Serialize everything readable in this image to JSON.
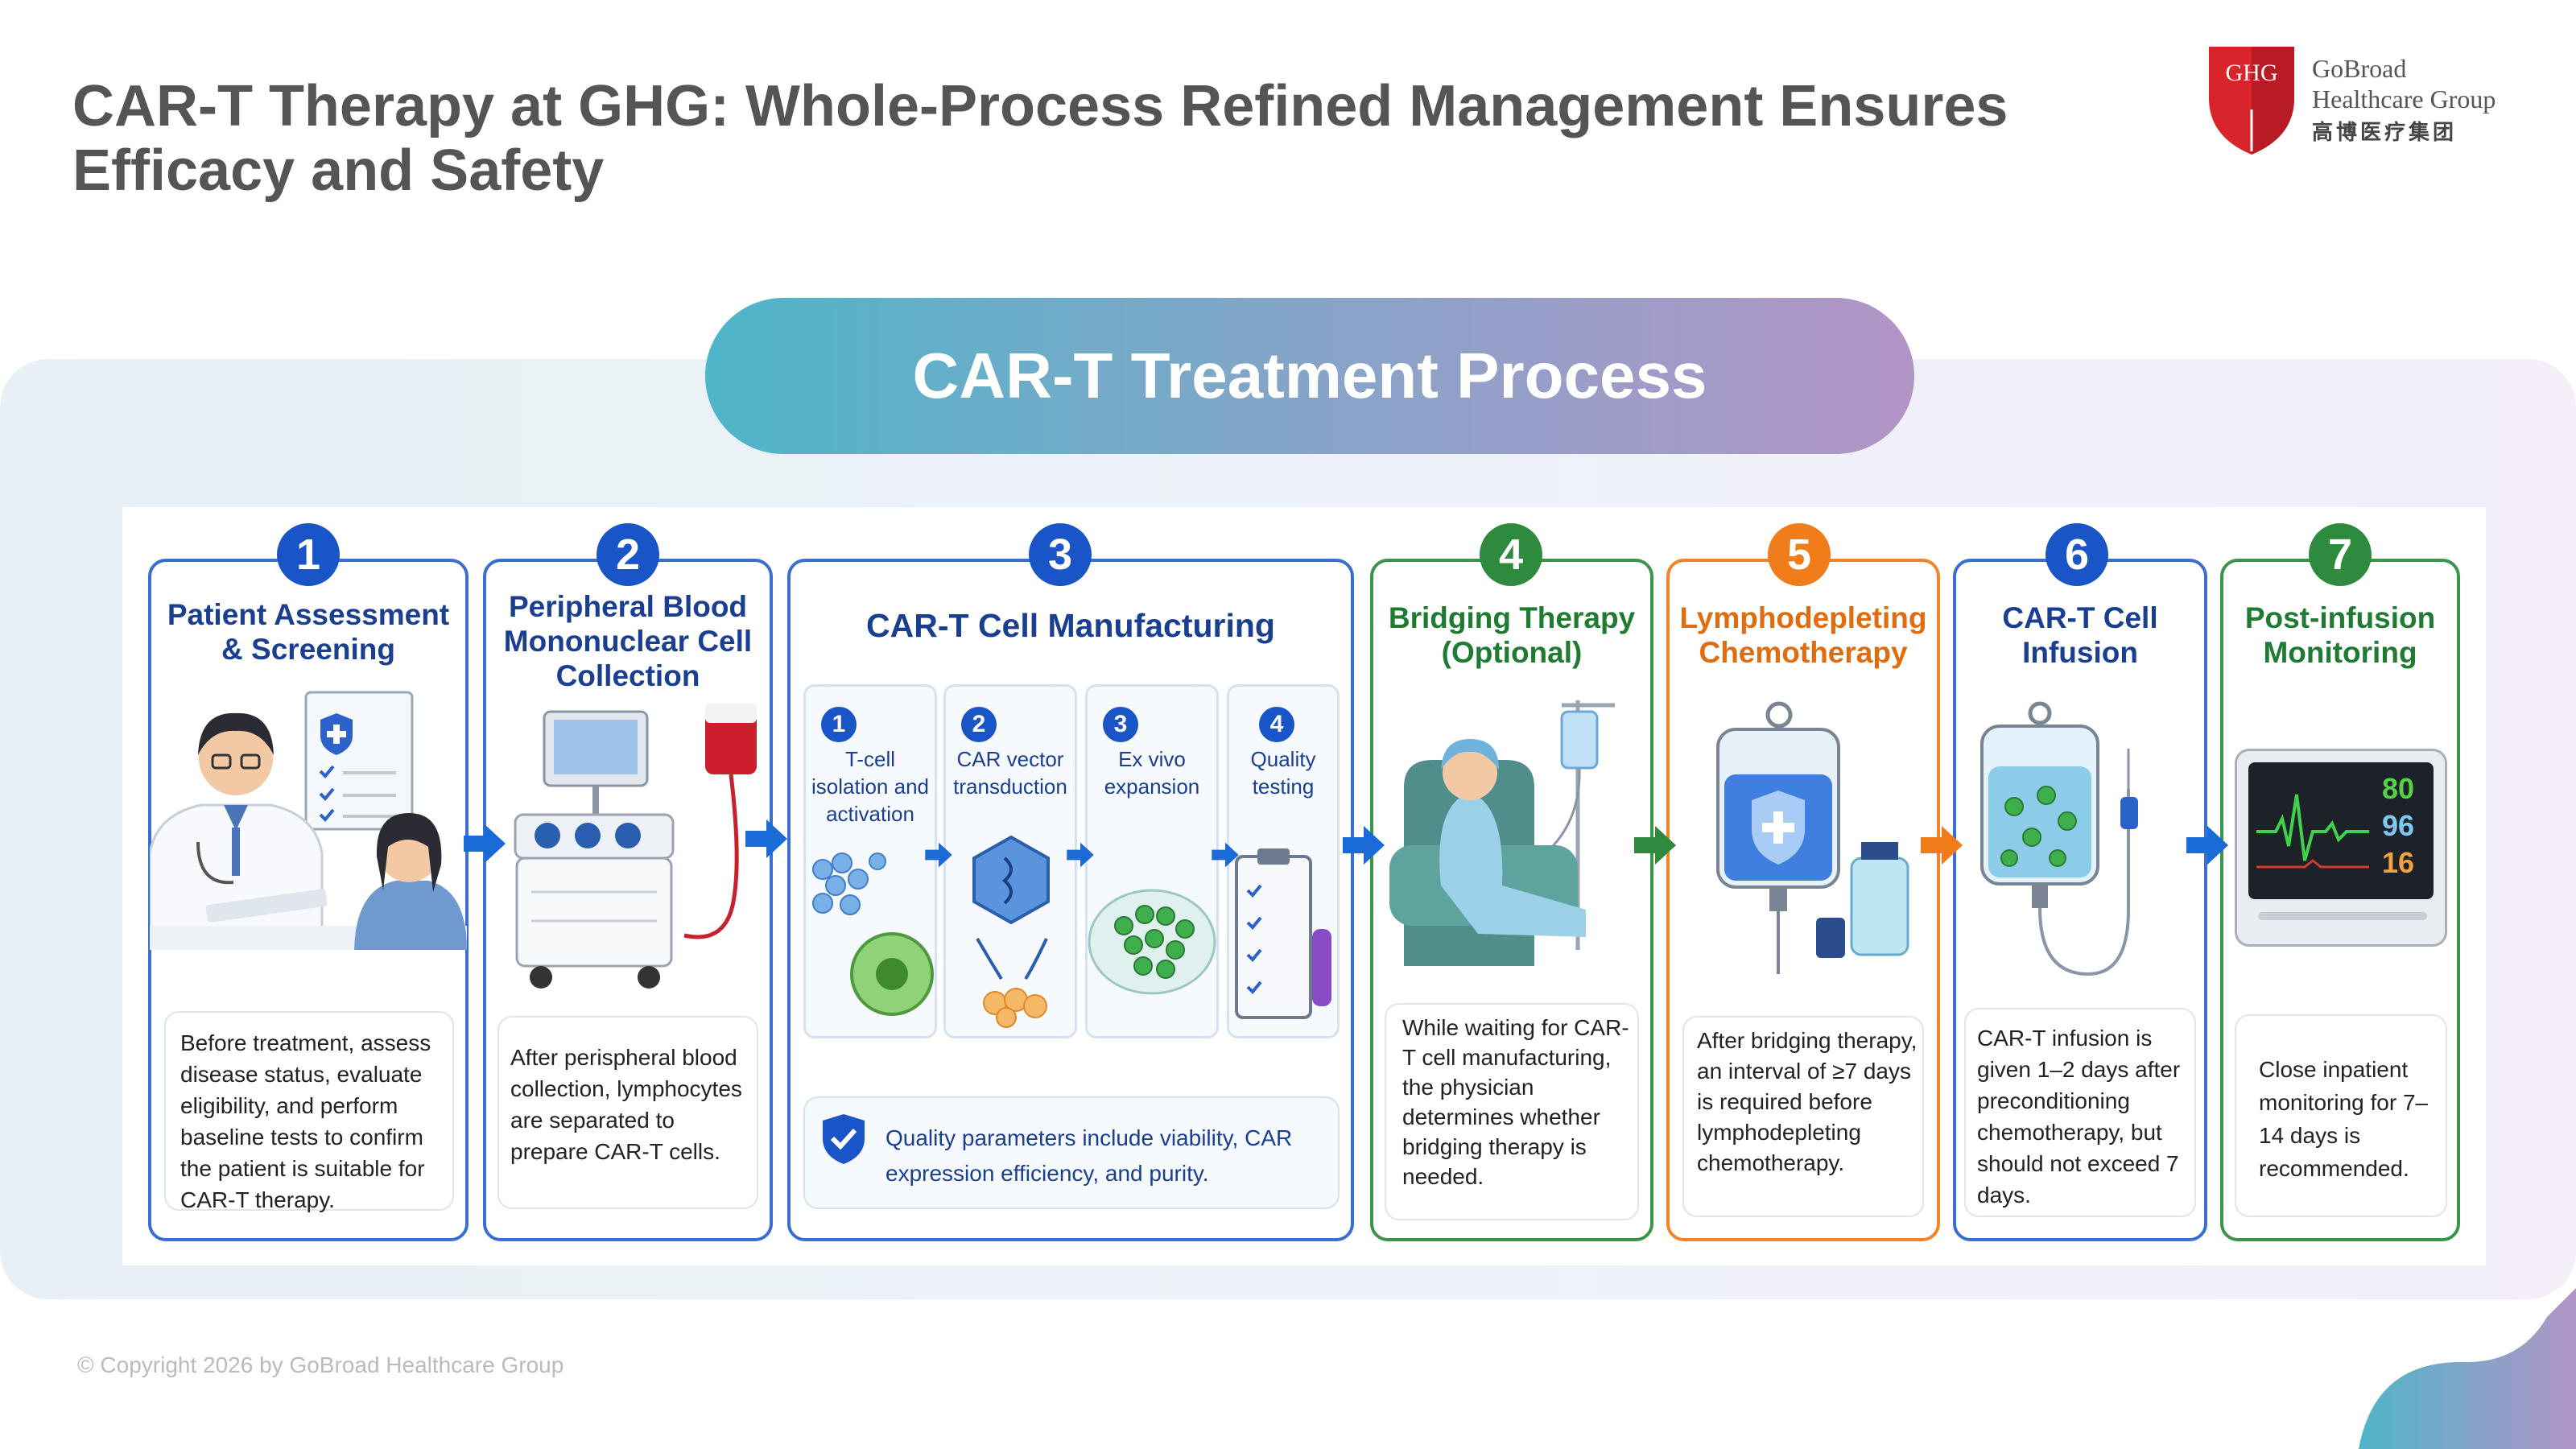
{
  "title": "CAR-T Therapy at GHG: Whole-Process Refined Management Ensures Efficacy and Safety",
  "logo": {
    "shield_text": "GHG",
    "name_line1": "GoBroad",
    "name_line2": "Healthcare Group",
    "name_cn": "高博医疗集团"
  },
  "process_title": "CAR-T Treatment Process",
  "steps": [
    {
      "num": "1",
      "title_l1": "Patient Assessment",
      "title_l2": "& Screening",
      "title_l3": "",
      "desc": "Before treatment, assess disease status, evaluate eligibility, and perform baseline tests to confirm the patient is suitable for CAR-T therapy."
    },
    {
      "num": "2",
      "title_l1": "Peripheral Blood",
      "title_l2": "Mononuclear Cell",
      "title_l3": "Collection",
      "desc": "After perispheral blood collection, lymphocytes are separated to prepare CAR-T cells."
    },
    {
      "num": "3",
      "title_l1": "CAR-T Cell Manufacturing",
      "title_l2": "",
      "title_l3": "",
      "desc": "Quality parameters include viability, CAR expression efficiency, and purity."
    },
    {
      "num": "4",
      "title_l1": "Bridging Therapy",
      "title_l2": "(Optional)",
      "title_l3": "",
      "desc": "While waiting for CAR-T cell manufacturing, the physician determines whether bridging therapy is needed."
    },
    {
      "num": "5",
      "title_l1": "Lymphodepleting",
      "title_l2": "Chemotherapy",
      "title_l3": "",
      "desc": "After bridging therapy, an interval of ≥7 days is required before lymphodepleting chemotherapy."
    },
    {
      "num": "6",
      "title_l1": "CAR-T Cell",
      "title_l2": "Infusion",
      "title_l3": "",
      "desc": "CAR-T infusion is given 1–2 days after preconditioning chemotherapy, but should not exceed 7 days."
    },
    {
      "num": "7",
      "title_l1": "Post-infusion",
      "title_l2": "Monitoring",
      "title_l3": "",
      "desc": "Close inpatient monitoring for 7–14 days is recommended."
    }
  ],
  "substeps": [
    {
      "num": "1",
      "l1": "T-cell",
      "l2": "isolation and",
      "l3": "activation"
    },
    {
      "num": "2",
      "l1": "CAR vector",
      "l2": "transduction",
      "l3": ""
    },
    {
      "num": "3",
      "l1": "Ex vivo",
      "l2": "expansion",
      "l3": ""
    },
    {
      "num": "4",
      "l1": "Quality",
      "l2": "testing",
      "l3": ""
    }
  ],
  "monitor": {
    "v1": "80",
    "v2": "96",
    "v3": "16"
  },
  "copyright": "© Copyright 2026 by GoBroad Healthcare Group",
  "colors": {
    "blue": "#1a55c8",
    "green": "#2e8b3e",
    "orange": "#f07c1a",
    "title_gray": "#555555"
  }
}
